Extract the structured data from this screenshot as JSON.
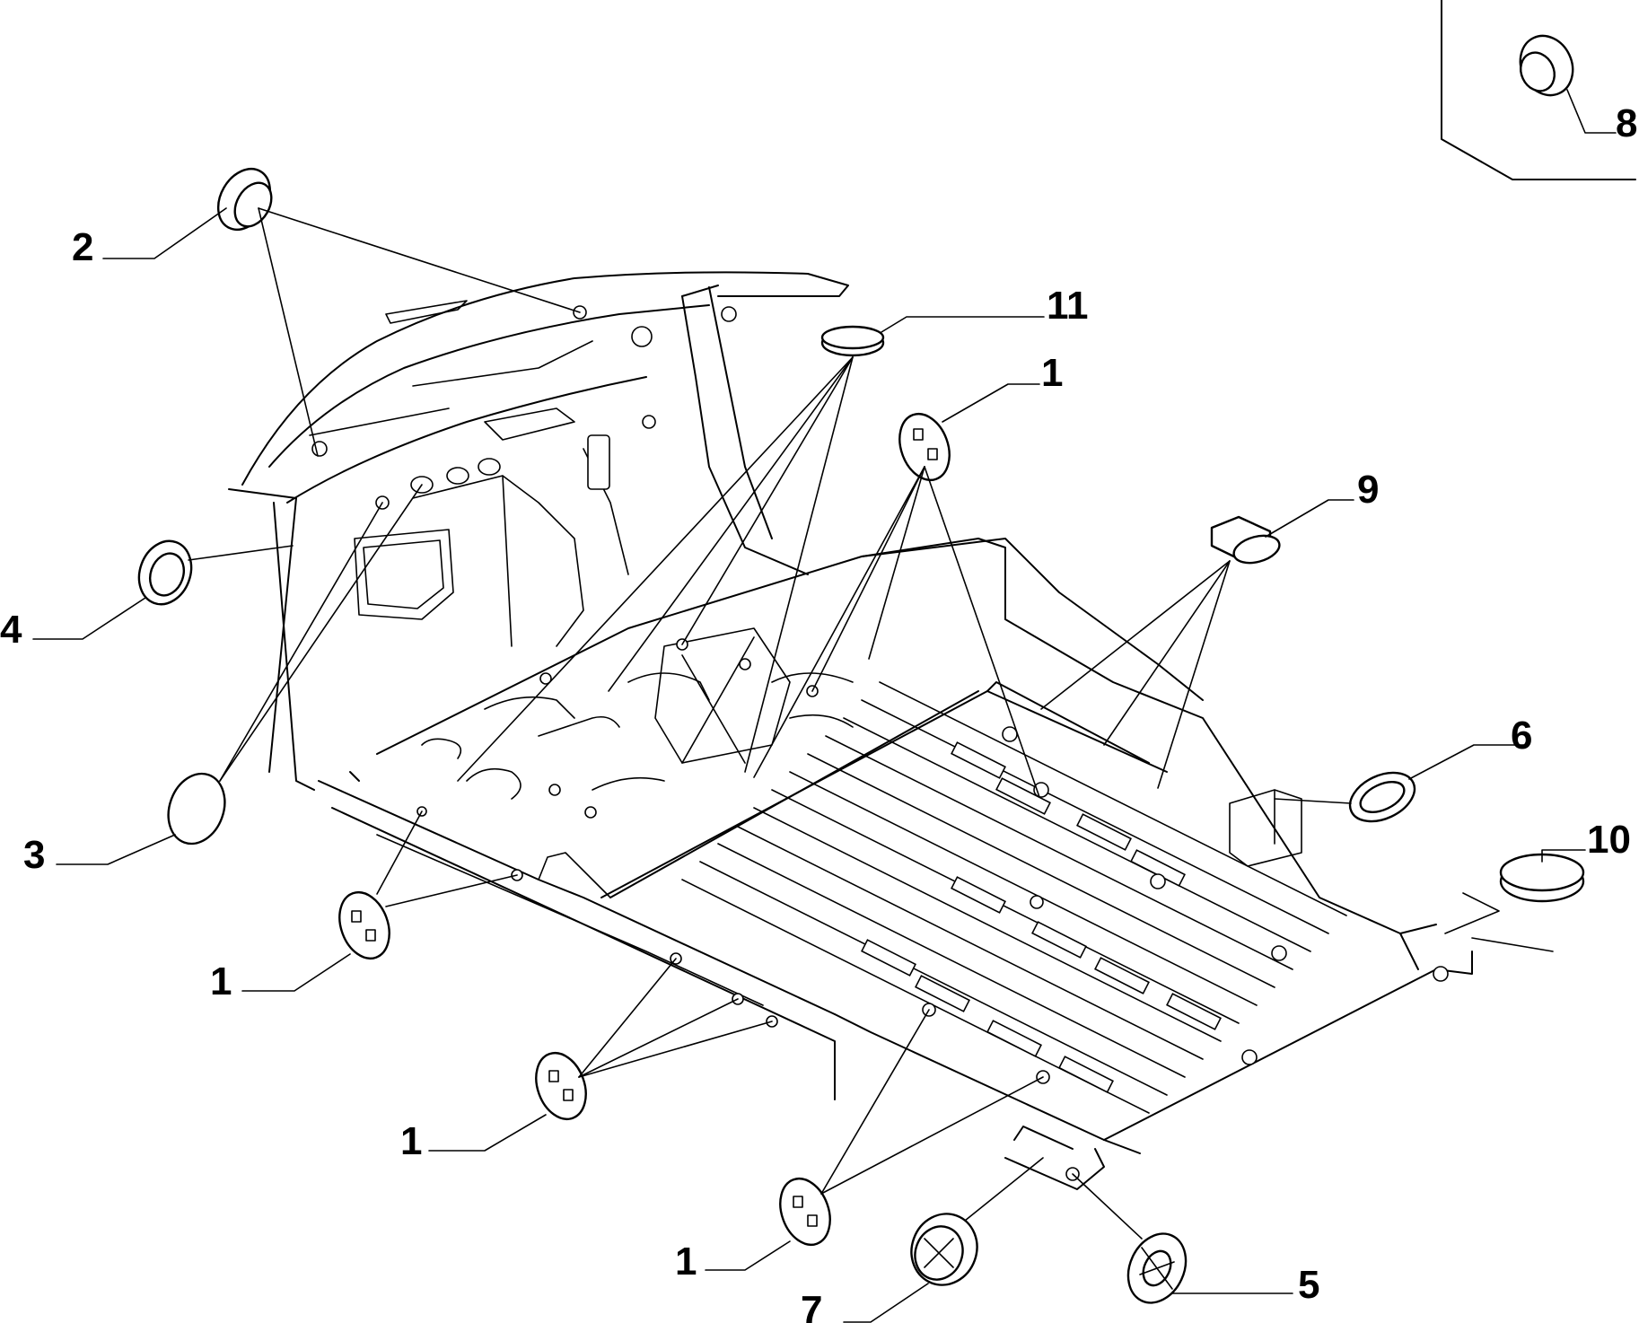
{
  "callouts": [
    {
      "id": "c-2",
      "text": "2"
    },
    {
      "id": "c-11",
      "text": "11"
    },
    {
      "id": "c-1-top",
      "text": "1"
    },
    {
      "id": "c-9",
      "text": "9"
    },
    {
      "id": "c-4",
      "text": "4"
    },
    {
      "id": "c-3",
      "text": "3"
    },
    {
      "id": "c-6",
      "text": "6"
    },
    {
      "id": "c-10",
      "text": "10"
    },
    {
      "id": "c-1-left",
      "text": "1"
    },
    {
      "id": "c-1-mid",
      "text": "1"
    },
    {
      "id": "c-1-bottom",
      "text": "1"
    },
    {
      "id": "c-7",
      "text": "7"
    },
    {
      "id": "c-5",
      "text": "5"
    },
    {
      "id": "c-8",
      "text": "8"
    }
  ]
}
